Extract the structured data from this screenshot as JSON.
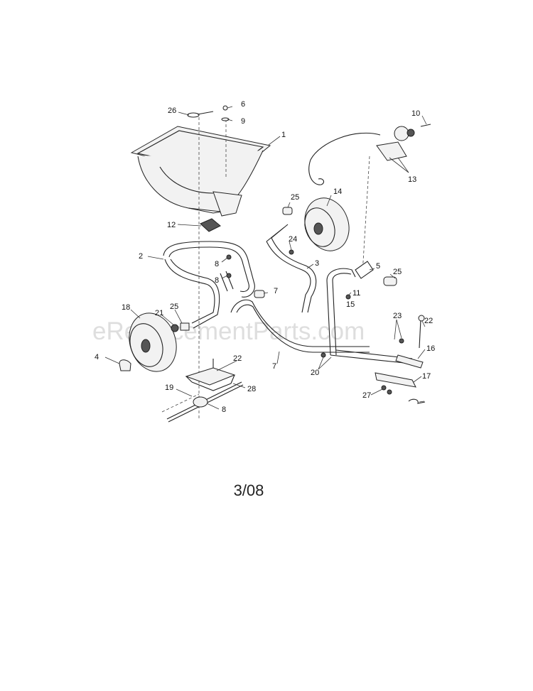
{
  "watermark": "eReplacementParts.com",
  "date_code": "3/08",
  "callouts": [
    "26",
    "6",
    "9",
    "1",
    "10",
    "13",
    "25",
    "14",
    "12",
    "2",
    "8",
    "24",
    "3",
    "5",
    "25",
    "8",
    "11",
    "15",
    "18",
    "21",
    "25",
    "7",
    "23",
    "22",
    "16",
    "4",
    "7",
    "20",
    "22",
    "17",
    "28",
    "19",
    "8",
    "27"
  ]
}
